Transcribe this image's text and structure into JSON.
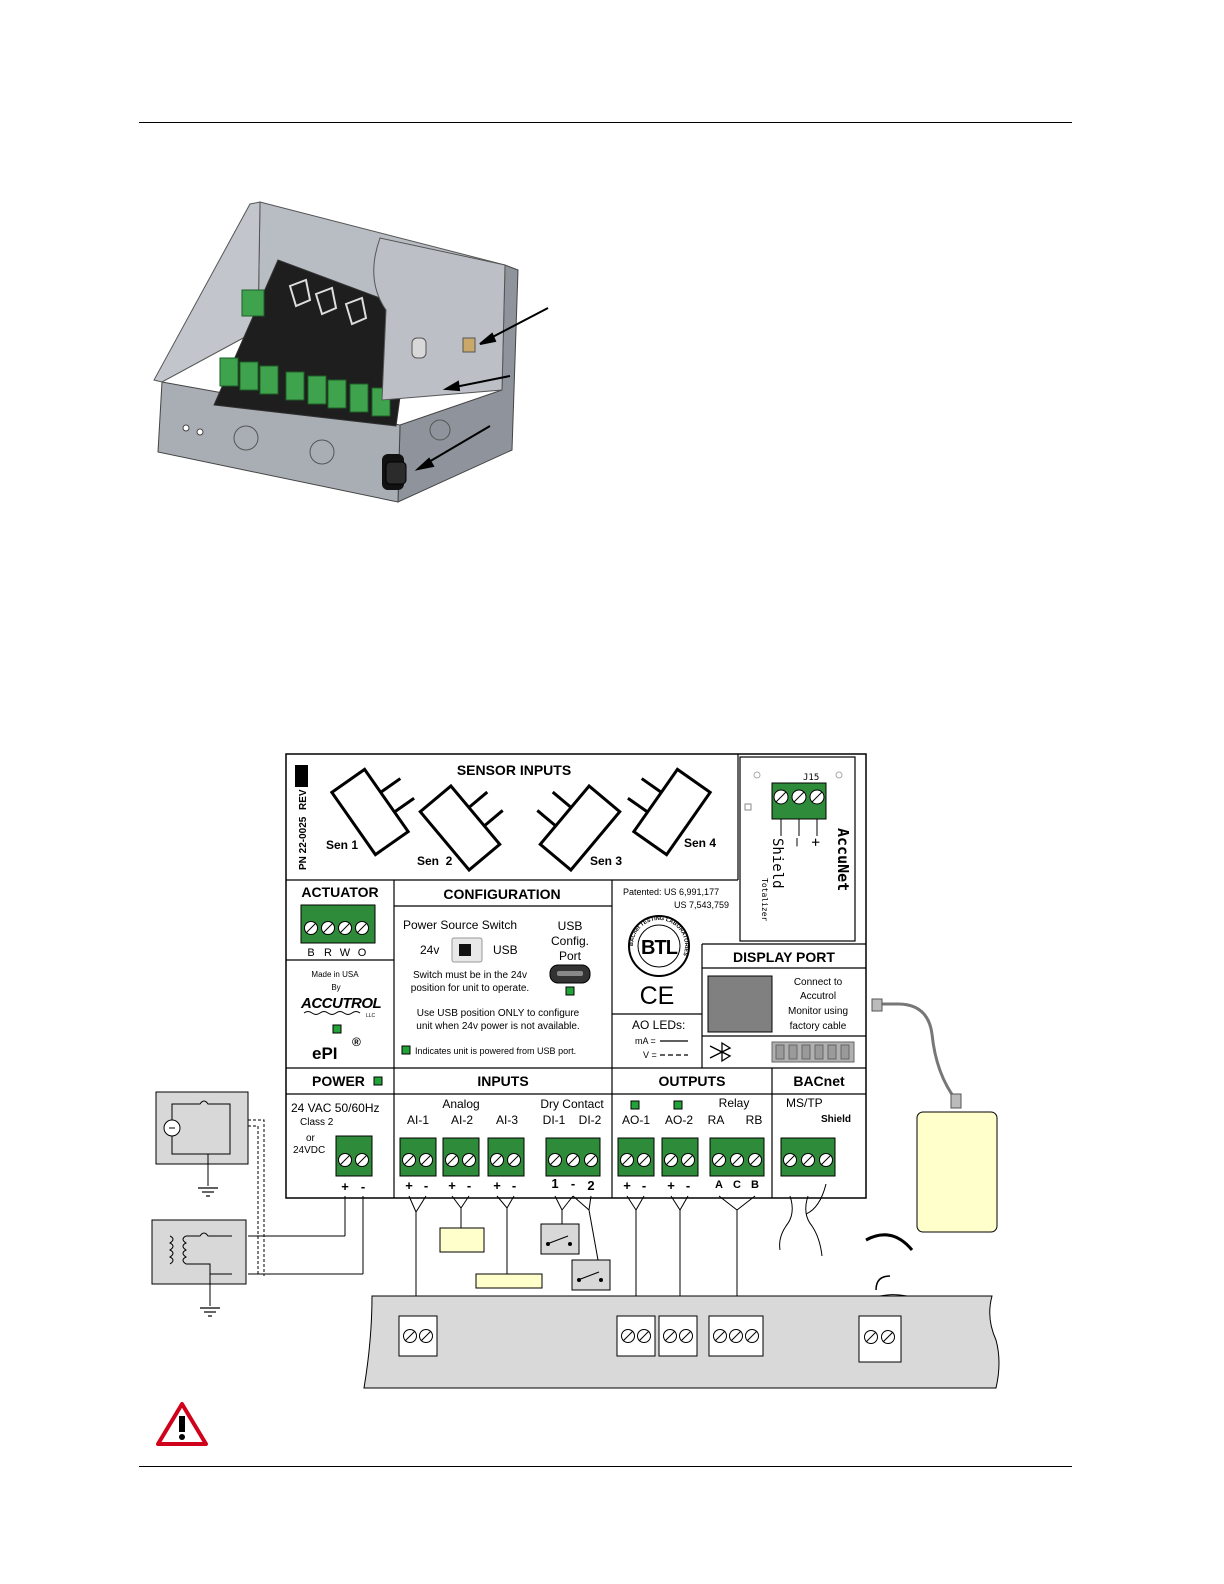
{
  "board": {
    "sensor_inputs": {
      "title": "SENSOR INPUTS",
      "pn": "PN 22-0025",
      "rev": "REV",
      "sensors": [
        "Sen 1",
        "Sen  2",
        "Sen 3",
        "Sen 4"
      ]
    },
    "accunet": {
      "connector_id": "J15",
      "pins": [
        "Shield",
        "–",
        "+"
      ],
      "title": "AccuNet",
      "totalizer": "Totalizer"
    },
    "actuator": {
      "title": "ACTUATOR",
      "pins": [
        "B",
        "R",
        "W",
        "O"
      ]
    },
    "configuration": {
      "title": "CONFIGURATION",
      "switch_title": "Power Source Switch",
      "opt_24v": "24v",
      "opt_usb": "USB",
      "usb_port_lines": [
        "USB",
        "Config.",
        "Port"
      ],
      "note_lines": [
        "Switch must be in the 24v",
        "position for unit to operate.",
        "Use USB position ONLY to configure",
        "unit when 24v power is not available."
      ],
      "legend": "Indicates unit is powered from USB port."
    },
    "patent": {
      "line1": "Patented: US 6,991,177",
      "line2": "US 7,543,759"
    },
    "btl_logo": {
      "letters": "BTL",
      "ring": "BACnet TESTING LABORATORIES"
    },
    "ce_mark": "CE",
    "ao_leds": {
      "title": "AO LEDs:",
      "ma": "mA =",
      "v": "V ="
    },
    "display_port": {
      "title": "DISPLAY PORT",
      "text_lines": [
        "Connect to",
        "Accutrol",
        "Monitor using",
        "factory cable"
      ]
    },
    "maker": {
      "made_in": "Made in USA",
      "by": "By",
      "logo": "ACCUTROL",
      "llc": "LLC",
      "product": "ePI",
      "reg": "®"
    },
    "power": {
      "title": "POWER",
      "spec_lines": [
        "24 VAC 50/60Hz",
        "Class 2",
        "or",
        "24VDC"
      ],
      "pins": [
        "+",
        "-"
      ]
    },
    "inputs": {
      "title": "INPUTS",
      "analog_label": "Analog",
      "analog_channels": [
        "AI-1",
        "AI-2",
        "AI-3"
      ],
      "dry_contact_label": "Dry Contact",
      "dry_channels": [
        "DI-1",
        "DI-2"
      ],
      "analog_pins": [
        "+",
        "-"
      ],
      "dry_pins": [
        "1",
        "-",
        "2"
      ]
    },
    "outputs": {
      "title": "OUTPUTS",
      "channels": [
        "AO-1",
        "AO-2"
      ],
      "relay_label": "Relay",
      "relay_channels": [
        "RA",
        "RB"
      ],
      "pins": [
        "+",
        "-"
      ],
      "relay_pins": [
        "A",
        "C",
        "B"
      ]
    },
    "bacnet": {
      "title": "BACnet",
      "mstp": "MS/TP",
      "shield": "Shield"
    }
  },
  "colors": {
    "terminal_green": "#2e8b3a",
    "led_green": "#22a33a",
    "panel_gray": "#c8c8c8",
    "monitor_fill": "#ffffcc",
    "warning_red": "#d0021b",
    "enclosure_gray": "#9ea3ab"
  },
  "icons": [
    "warning-icon",
    "ground-icon",
    "bluetooth-icon"
  ]
}
